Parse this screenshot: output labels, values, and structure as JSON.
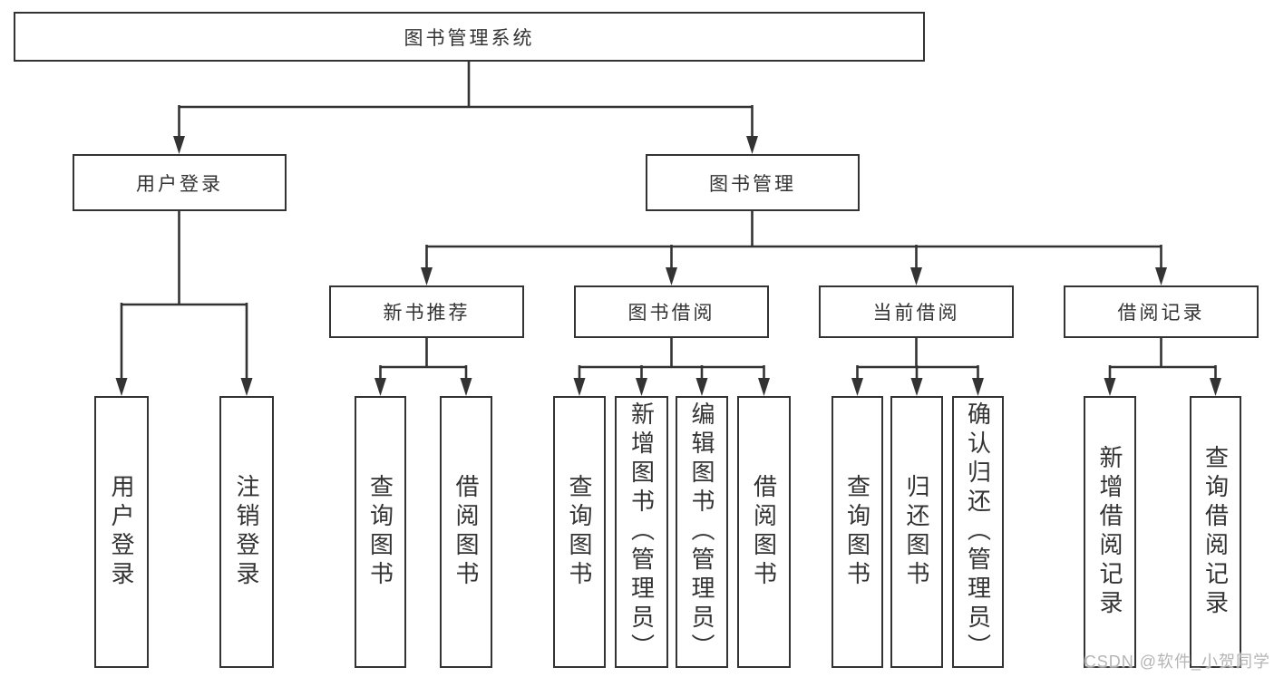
{
  "tree": {
    "root": {
      "label": "图书管理系统",
      "children": [
        {
          "label": "用户登录",
          "children": [
            {
              "label": "用户登录"
            },
            {
              "label": "注销登录"
            }
          ]
        },
        {
          "label": "图书管理",
          "children": [
            {
              "label": "新书推荐",
              "children": [
                {
                  "label": "查询图书"
                },
                {
                  "label": "借阅图书"
                }
              ]
            },
            {
              "label": "图书借阅",
              "children": [
                {
                  "label": "查询图书"
                },
                {
                  "label": "新增图书（管理员）"
                },
                {
                  "label": "编辑图书（管理员）"
                },
                {
                  "label": "借阅图书"
                }
              ]
            },
            {
              "label": "当前借阅",
              "children": [
                {
                  "label": "查询图书"
                },
                {
                  "label": "归还图书"
                },
                {
                  "label": "确认归还（管理员）"
                }
              ]
            },
            {
              "label": "借阅记录",
              "children": [
                {
                  "label": "新增借阅记录"
                },
                {
                  "label": "查询借阅记录"
                }
              ]
            }
          ]
        }
      ]
    }
  },
  "watermark": "CSDN @软件_小贺同学",
  "colors": {
    "line": "#333333",
    "box_border": "#333333",
    "text": "#333333",
    "watermark": "#b5b5b5",
    "background": "#ffffff"
  }
}
